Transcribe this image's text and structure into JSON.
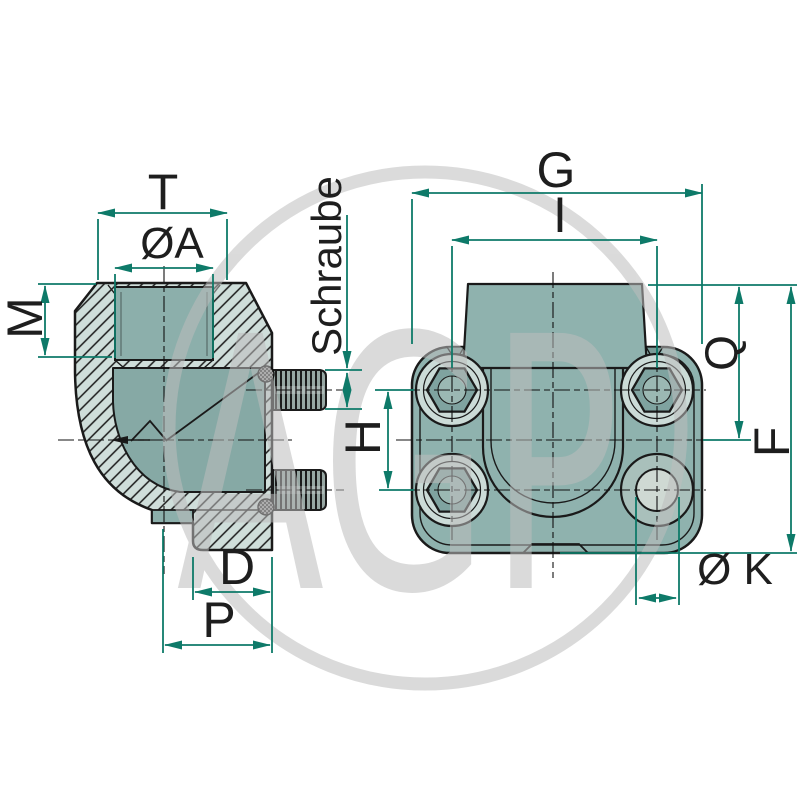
{
  "drawing_type": "hydraulic flange elbow - 2 view technical drawing",
  "watermark": {
    "text": "AGP"
  },
  "dims": {
    "T": "T",
    "OA": "ØA",
    "M": "M",
    "schraube": "Schraube",
    "G": "G",
    "I": "I",
    "Q": "Q",
    "F": "F",
    "H": "H",
    "D": "D",
    "P": "P",
    "OK": "Ø K"
  },
  "colors": {
    "dimension_lines": "#0E7A69",
    "outline": "#1A1A1A",
    "body_fill": "#8FB2AE",
    "section_hatch_bg": "#CFDEDA",
    "bolt_ring": "#CBDBD7",
    "hex_socket": "#7FA3A0",
    "hole_face": "#CFD9D3",
    "watermark_gray": "#BDBDBD"
  }
}
